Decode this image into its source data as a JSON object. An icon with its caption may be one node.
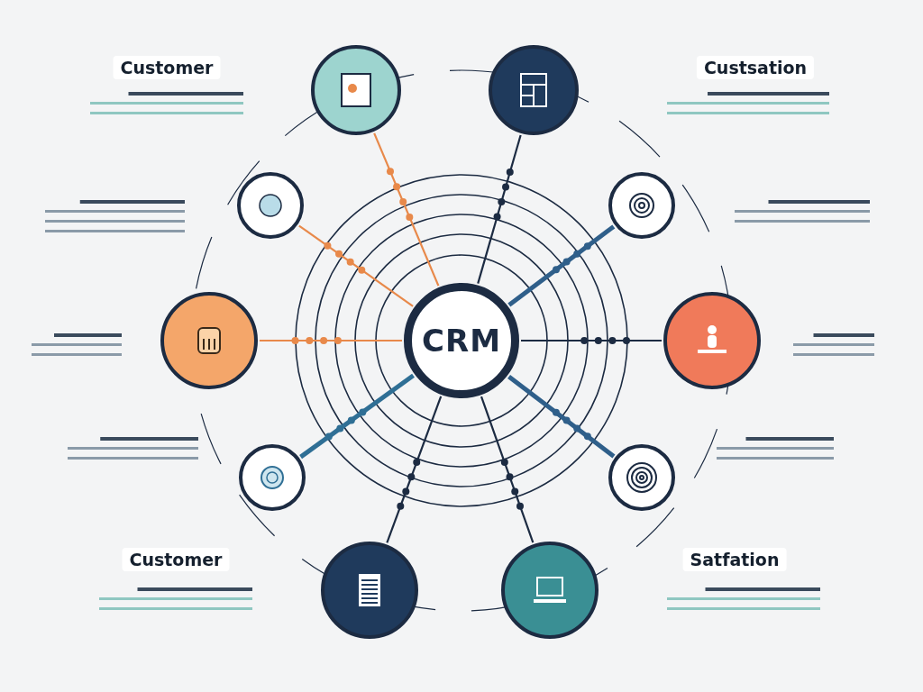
{
  "diagram": {
    "nodes": [
      {
        "text": [
          "CRM"
        ]
      },
      {
        "text": [],
        "shape": "circle"
      },
      {
        "text": [],
        "shape": "circle"
      },
      {
        "text": [],
        "shape": "circle"
      },
      {
        "text": [],
        "shape": "circle"
      },
      {
        "text": [],
        "shape": "circle"
      },
      {
        "text": [],
        "shape": "circle"
      },
      {
        "text": [],
        "shape": "circle"
      },
      {
        "text": [],
        "shape": "circle"
      },
      {
        "text": [],
        "shape": "circle"
      },
      {
        "text": [],
        "shape": "circle"
      }
    ],
    "edges": [
      {
        "from": 1,
        "to": 0,
        "arrow": "none",
        "color": "#e8894a"
      },
      {
        "from": 2,
        "to": 0,
        "arrow": "none"
      },
      {
        "from": 3,
        "to": 0,
        "arrow": "none",
        "color": "#e8894a"
      },
      {
        "from": 4,
        "to": 0,
        "arrow": "none",
        "style": "thick",
        "color": "#2f5f8a"
      },
      {
        "from": 5,
        "to": 0,
        "arrow": "none",
        "color": "#e8894a"
      },
      {
        "from": 6,
        "to": 0,
        "arrow": "none"
      },
      {
        "from": 7,
        "to": 0,
        "arrow": "none",
        "style": "thick",
        "color": "#2f6f95"
      },
      {
        "from": 8,
        "to": 0,
        "arrow": "none",
        "style": "thick",
        "color": "#2f5f8a"
      },
      {
        "from": 9,
        "to": 0,
        "arrow": "none"
      },
      {
        "from": 10,
        "to": 0,
        "arrow": "none"
      }
    ],
    "labels": [
      "Customer",
      "Custsation",
      "Customer",
      "Satfation"
    ]
  }
}
